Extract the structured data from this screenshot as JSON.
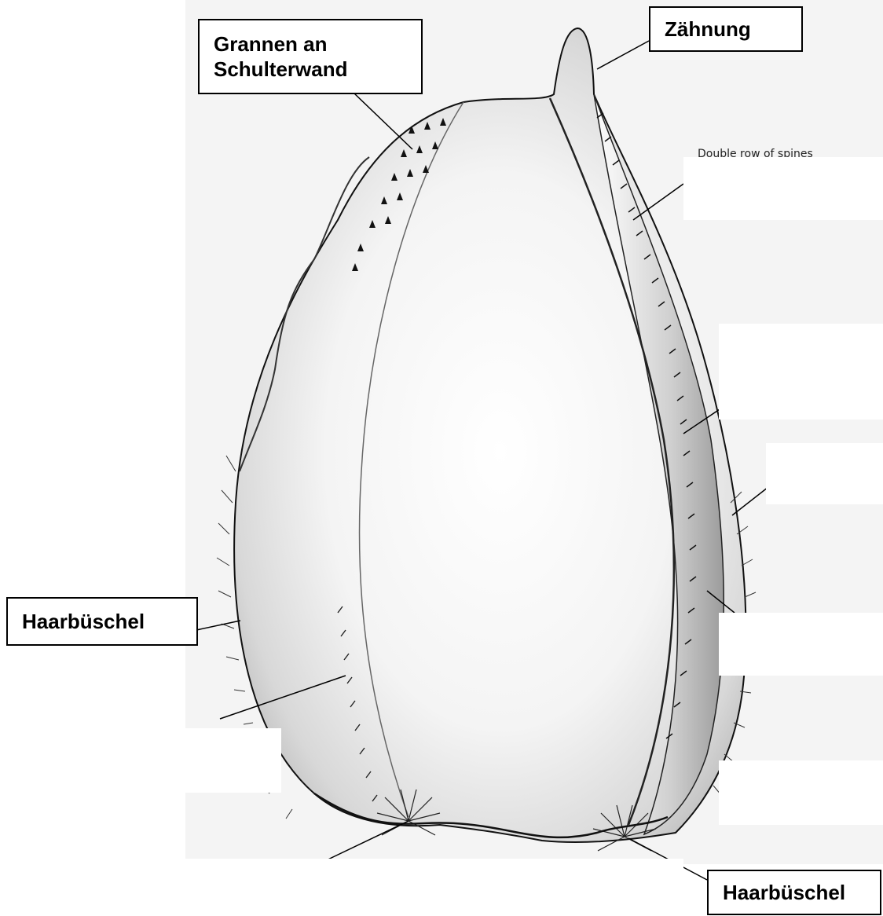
{
  "labels": {
    "grannen": "Grannen an\nSchulterwand",
    "zaehnung": "Zähnung",
    "haarbueschel_left": "Haarbüschel",
    "haarbueschel_right": "Haarbüschel"
  },
  "printed_caption": "Double row of spines",
  "colors": {
    "background": "#ffffff",
    "page": "#f4f4f4",
    "ink": "#000000",
    "shading": "#9a9a9a"
  }
}
